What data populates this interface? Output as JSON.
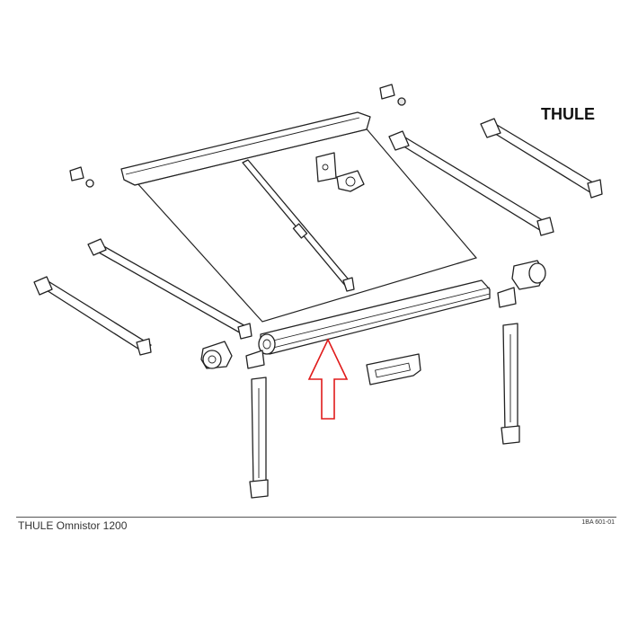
{
  "logo": {
    "text": "THULE"
  },
  "footer": {
    "title": "THULE Omnistor 1200",
    "code": "1BA 601-01"
  },
  "colors": {
    "line": "#222222",
    "arrow": "#e01b1b",
    "background": "#ffffff"
  }
}
